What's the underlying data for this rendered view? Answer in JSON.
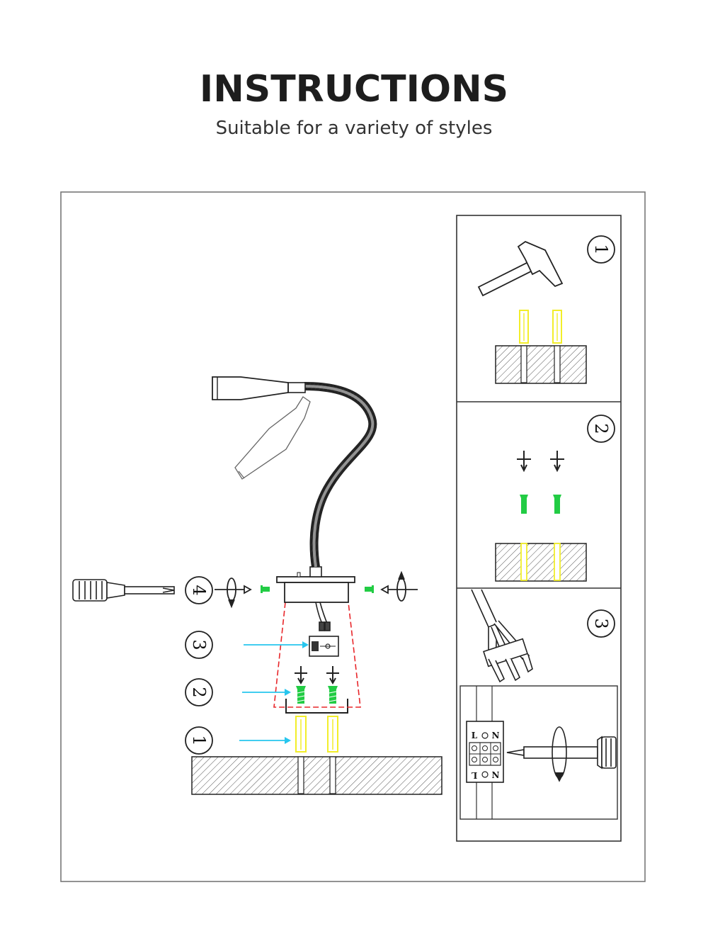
{
  "header": {
    "title": "INSTRUCTIONS",
    "subtitle": "Suitable for a variety of styles"
  },
  "main_steps": [
    "4",
    "3",
    "2",
    "1"
  ],
  "side_steps": [
    "1",
    "2",
    "3"
  ],
  "terminal_block": {
    "top_labels": [
      "L",
      "N"
    ],
    "bottom_labels": [
      "L",
      "N"
    ]
  },
  "colors": {
    "anchor": "#f2ee2a",
    "screw": "#22cc44",
    "guide_arrow": "#27c6ee",
    "outline": "#e8262a",
    "line": "#222222"
  }
}
